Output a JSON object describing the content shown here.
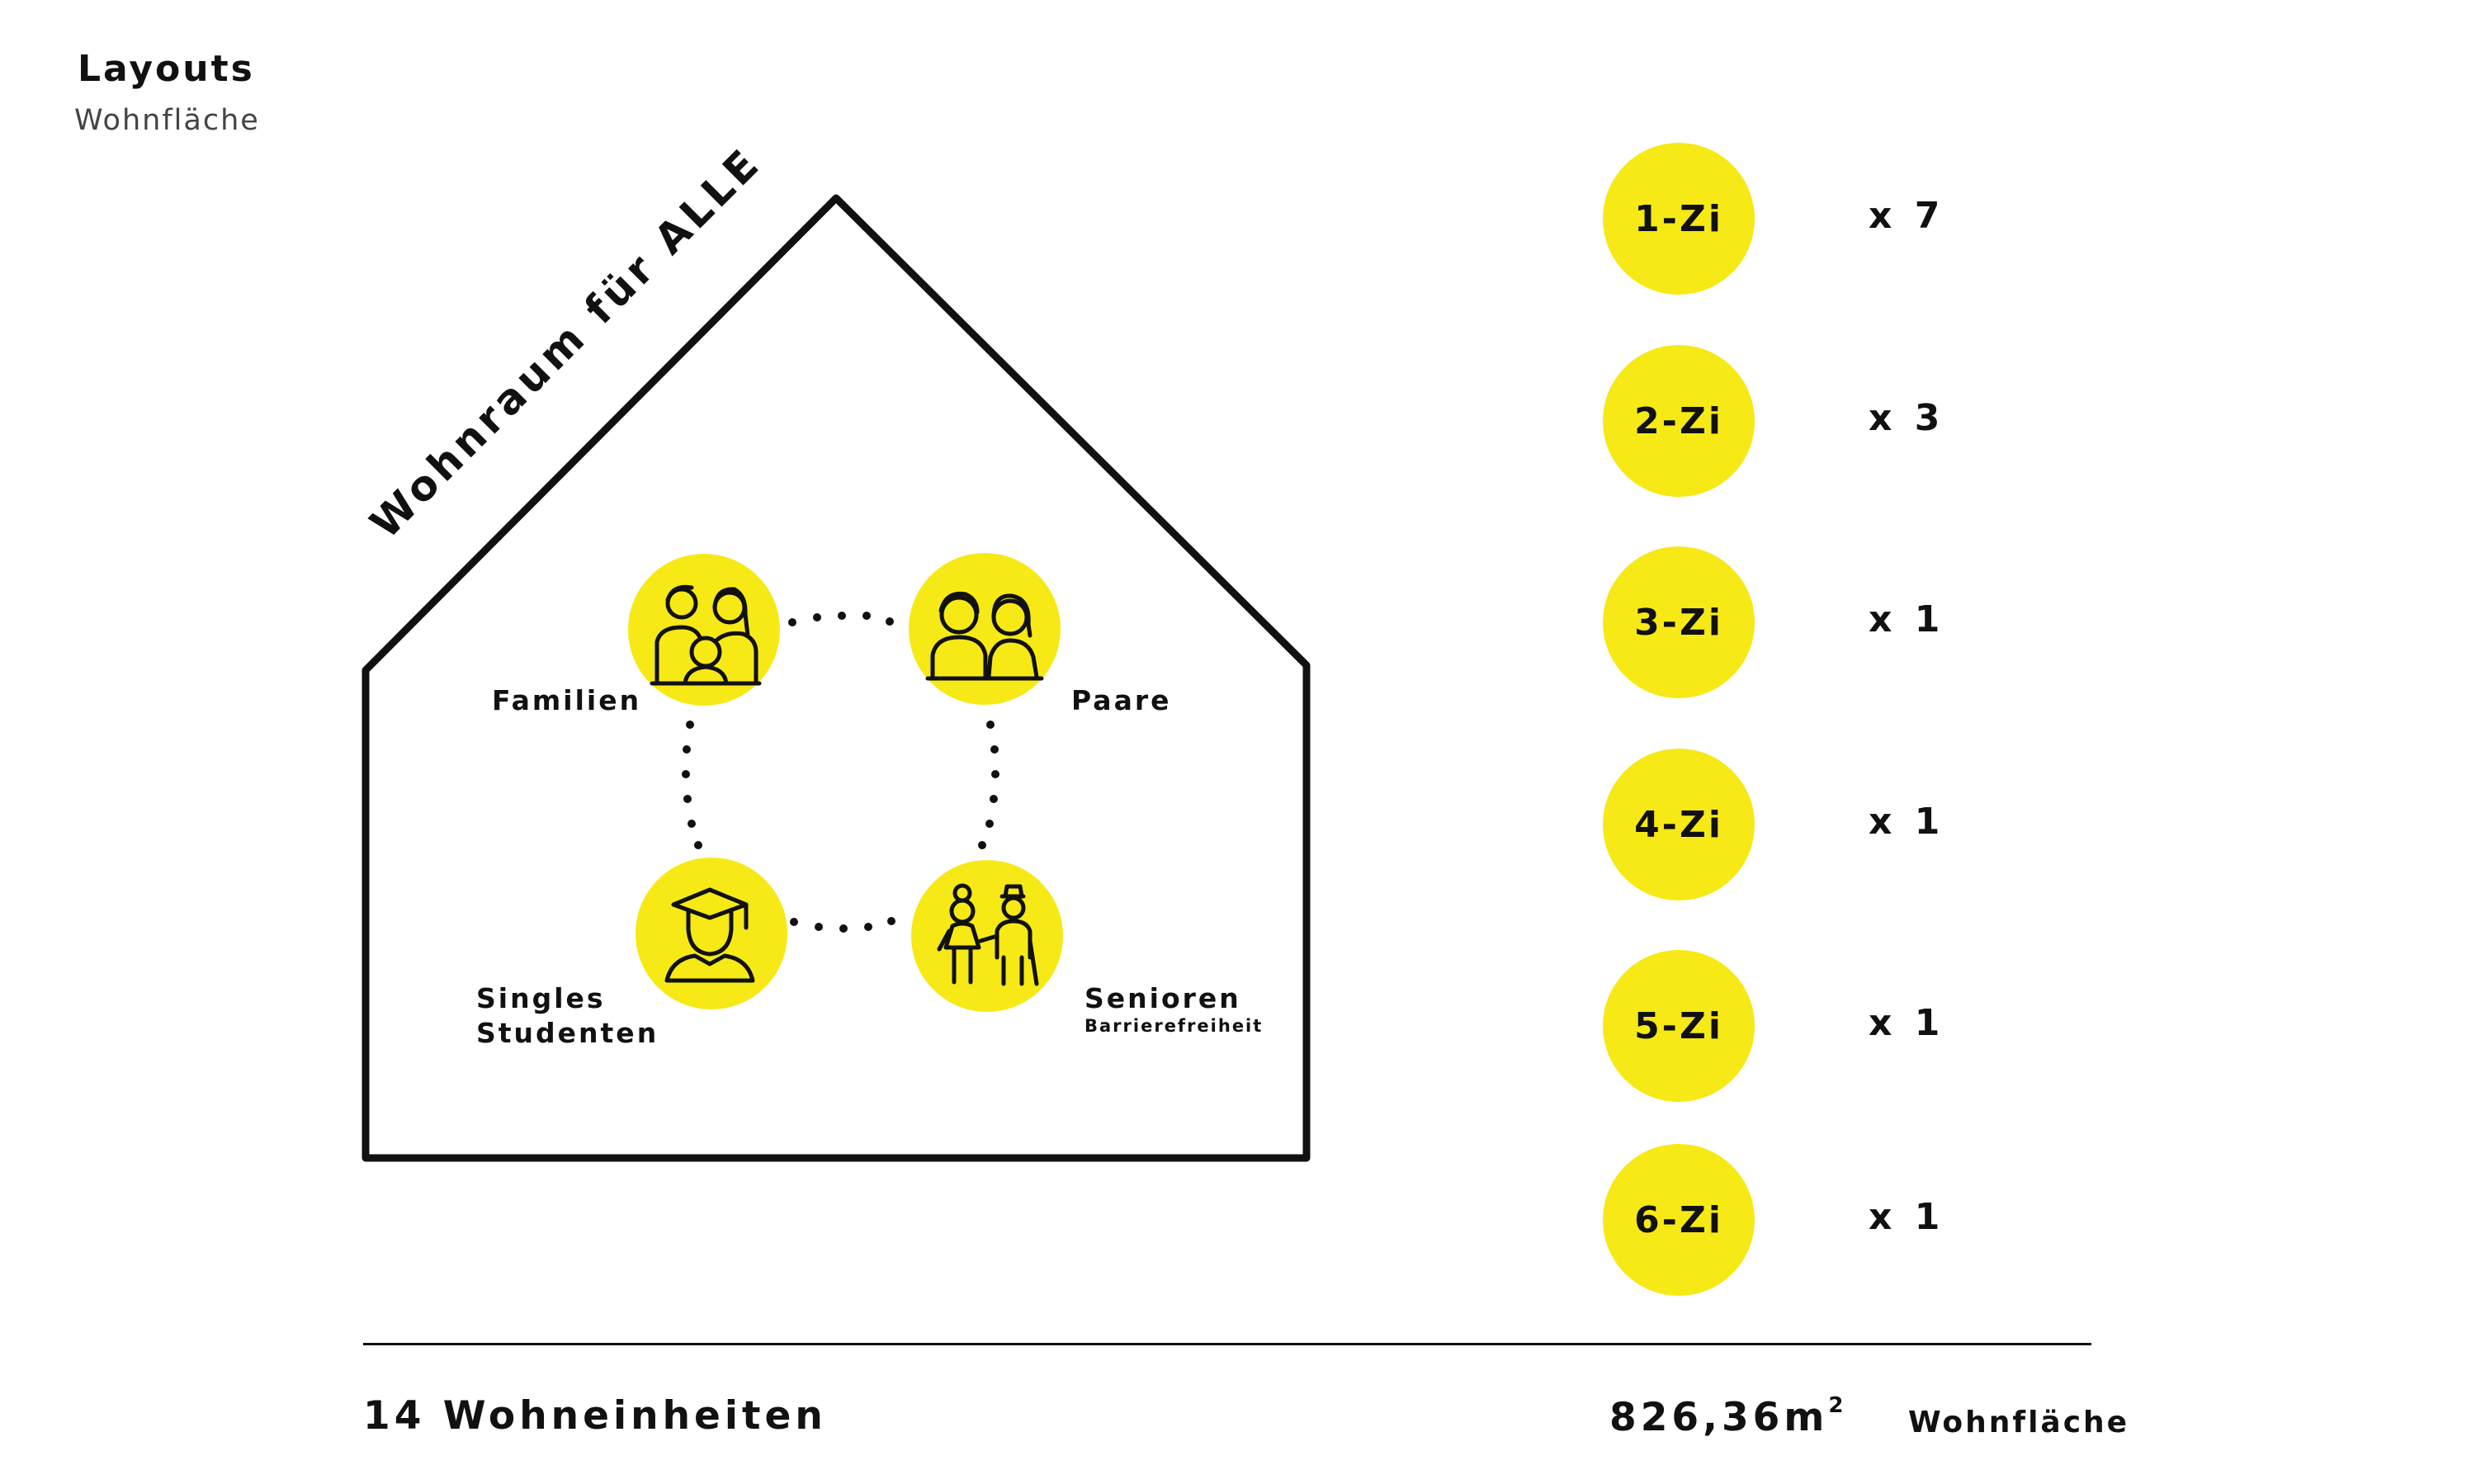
{
  "header": {
    "title": "Layouts",
    "subtitle": "Wohnfläche"
  },
  "house": {
    "roof_label": "Wohnraum für ALLE",
    "groups": [
      {
        "id": "familien",
        "icon": "family-icon",
        "label": "Familien"
      },
      {
        "id": "paare",
        "icon": "couple-icon",
        "label": "Paare"
      },
      {
        "id": "singles",
        "icon": "graduate-icon",
        "label": "Singles",
        "label2": "Studenten"
      },
      {
        "id": "senioren",
        "icon": "seniors-icon",
        "label": "Senioren",
        "sublabel": "Barrierefreiheit"
      }
    ]
  },
  "rooms": [
    {
      "label": "1-Zi",
      "count": "x 7"
    },
    {
      "label": "2-Zi",
      "count": "x 3"
    },
    {
      "label": "3-Zi",
      "count": "x 1"
    },
    {
      "label": "4-Zi",
      "count": "x 1"
    },
    {
      "label": "5-Zi",
      "count": "x 1"
    },
    {
      "label": "6-Zi",
      "count": "x 1"
    }
  ],
  "summary": {
    "units": "14 Wohneinheiten",
    "area_value": "826,36m",
    "area_exp": "2",
    "area_label": "Wohnfläche"
  },
  "colors": {
    "accent": "#f6e916",
    "ink": "#111111"
  }
}
